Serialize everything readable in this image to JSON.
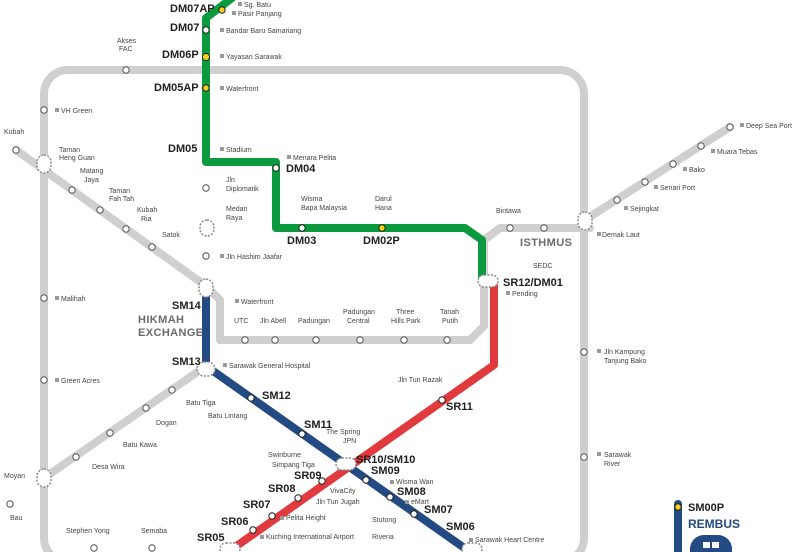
{
  "colors": {
    "green_line": "#0c9a3f",
    "red_line": "#e03a3e",
    "blue_line": "#234a82",
    "grey_line": "#cfcfcf",
    "station_yellow": "#f3d21d"
  },
  "area_labels": {
    "isthmus": "ISTHMUS",
    "hikmah": [
      "HIKMAH",
      "EXCHANGE"
    ]
  },
  "stations": {
    "dm07ap": {
      "code": "DM07AP",
      "name": [
        "Sg. Batu",
        "Pasir Panjang"
      ]
    },
    "dm07": {
      "code": "DM07",
      "name": [
        "Bandar Baru Samariang"
      ]
    },
    "dm06p": {
      "code": "DM06P",
      "name": [
        "Yayasan Sarawak"
      ]
    },
    "dm05ap": {
      "code": "DM05AP",
      "name": [
        "Waterfront"
      ]
    },
    "dm05": {
      "code": "DM05",
      "name": [
        "Stadium"
      ]
    },
    "dm04": {
      "code": "DM04",
      "name": [
        "Menara Pelita"
      ]
    },
    "dm03": {
      "code": "DM03",
      "name": [
        "Wisma",
        "Bapa Malaysia"
      ]
    },
    "dm02p": {
      "code": "DM02P",
      "name": [
        "Darul",
        "Hana"
      ]
    },
    "sr12": {
      "code": "SR12/DM01",
      "name": [
        "Pending"
      ]
    },
    "sr11": {
      "code": "SR11",
      "name": [
        "Jln Tun Razak"
      ]
    },
    "sr10": {
      "code": "SR10/SM10",
      "name": [
        "The Spring",
        "JPN"
      ]
    },
    "sr09": {
      "code": "SR09",
      "name": [
        "Swinburne",
        "Simpang Tiga"
      ]
    },
    "sr08": {
      "code": "SR08",
      "name": [
        "VivaCity",
        "Jln Tun Jugah"
      ]
    },
    "sr07": {
      "code": "SR07",
      "name": [
        "Pelita Height"
      ]
    },
    "sr06": {
      "code": "SR06",
      "name": []
    },
    "sr05": {
      "code": "SR05",
      "name": [
        "Kuching International Airport"
      ]
    },
    "sm14": {
      "code": "SM14",
      "name": [
        "Waterfront"
      ]
    },
    "sm13": {
      "code": "SM13",
      "name": [
        "Sarawak General Hospital"
      ]
    },
    "sm12": {
      "code": "SM12",
      "name": [
        "Batu Lintang"
      ]
    },
    "sm11": {
      "code": "SM11",
      "name": []
    },
    "sm09": {
      "code": "SM09",
      "name": [
        "Wisma Wan"
      ]
    },
    "sm08": {
      "code": "SM08",
      "name": [
        "eMart"
      ]
    },
    "sm07": {
      "code": "SM07",
      "name": [
        "Stutong"
      ]
    },
    "sm06": {
      "code": "SM06",
      "name": [
        "Sarawak Heart Centre"
      ]
    }
  },
  "grey_stations": {
    "akses_fac": [
      "Akses",
      "FAC"
    ],
    "vh_green": [
      "VH Green"
    ],
    "kubah": [
      "Kubah"
    ],
    "taman_heng_guan": [
      "Taman",
      "Heng Guan"
    ],
    "matang_jaya": [
      "Matang",
      "Jaya"
    ],
    "taman_fah_tah": [
      "Taman",
      "Fah Tah"
    ],
    "kubah_ria": [
      "Kubah",
      "Ria"
    ],
    "satok": [
      "Satok"
    ],
    "jln_diplomatik": [
      "Jln",
      "Diplomatik"
    ],
    "medan_raya": [
      "Medan",
      "Raya"
    ],
    "jln_hashim_jaafar": [
      "Jln Hashim Jaafar"
    ],
    "malihah": [
      "Malihah"
    ],
    "utc": [
      "UTC"
    ],
    "jln_abell": [
      "Jln Abell"
    ],
    "padungan": [
      "Padungan"
    ],
    "padungan_central": [
      "Padungan",
      "Central"
    ],
    "three_hills_park": [
      "Three",
      "Hills Park"
    ],
    "tanah_putih": [
      "Tanah",
      "Putih"
    ],
    "green_acres": [
      "Green Acres"
    ],
    "batu_tiga": [
      "Batu Tiga"
    ],
    "dogan": [
      "Dogan"
    ],
    "batu_kawa": [
      "Batu Kawa"
    ],
    "desa_wira": [
      "Desa Wira"
    ],
    "moyan": [
      "Moyan"
    ],
    "bau": [
      "Bau"
    ],
    "stephen_yong": [
      "Stephen Yong"
    ],
    "semaba": [
      "Semaba"
    ],
    "riveria": [
      "Riveria"
    ],
    "bintawa": [
      "Bintawa"
    ],
    "sedc": [
      "SEDC"
    ],
    "demak_laut": [
      "Demak Laut"
    ],
    "deep_sea_port": [
      "Deep Sea Port"
    ],
    "muara_tebas": [
      "Muara Tebas"
    ],
    "bako": [
      "Bako"
    ],
    "senari_port": [
      "Senari Port"
    ],
    "sejingkat": [
      "Sejingkat"
    ],
    "jln_kampung_tanjung_bako": [
      "Jln Kampung",
      "Tanjung Bako"
    ],
    "sarawak_river": [
      "Sarawak",
      "River"
    ]
  },
  "legend": {
    "code": "SM00P",
    "name": "REMBUS"
  }
}
